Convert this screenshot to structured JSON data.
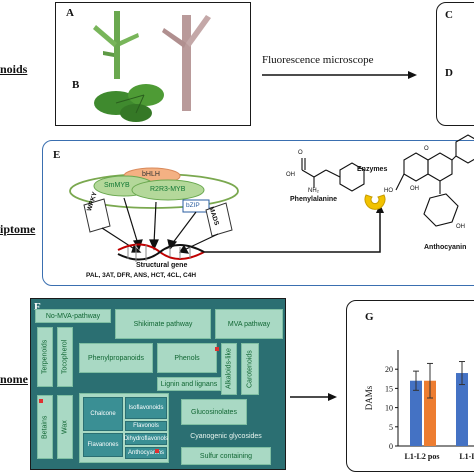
{
  "side_labels": {
    "top": "noids",
    "middle": "iptome",
    "bottom": "nome"
  },
  "panels": {
    "A": "A",
    "B": "B",
    "C": "C",
    "D": "D",
    "E": "E",
    "F": "F",
    "G": "G"
  },
  "arrow_label": "Fluorescence microscope",
  "panel_e": {
    "tf": {
      "bhlh": "bHLH",
      "smmyb": "SmMYB",
      "r2r3": "R2R3-MYB",
      "wrky": "WRKY",
      "bzip": "bZIP",
      "mads": "MADS"
    },
    "structural_gene_title": "Structural gene",
    "structural_gene_list": "PAL, 3AT, DFR, ANS, HCT, 4CL, C4H",
    "enzymes": "Enzymes",
    "phenylalanine": "Phenylalanine",
    "anthocyanin": "Anthocyanin",
    "atoms": {
      "o1": "O",
      "o2": "O",
      "oh1": "OH",
      "nh2": "NH₂",
      "ho": "HO",
      "oh2": "OH",
      "oh3": "OH"
    }
  },
  "panel_f": {
    "no_mva": "No-MVA-pathway",
    "shikimate": "Shikimate pathway",
    "mva": "MVA pathway",
    "terpenoids": "Terpenoids",
    "tocopherol": "Tocopherol",
    "phenylpropanoids": "Phenylpropanoids",
    "phenols": "Phenols",
    "alkaloids": "Alkaloids-like",
    "carotenoids": "Carotenoids",
    "lignin": "Lignin and lignans",
    "betains": "Betains",
    "wax": "Wax",
    "chalcone": "Chalcone",
    "isoflavonoids": "Isoflavonoids",
    "flavonols": "Flavonols",
    "flavanones": "Flavanones",
    "dihydroflavonols": "Dihydroflavonols",
    "anthocyanins": "Anthocyanins",
    "glucosinolates": "Glucosinolates",
    "cyanogenic": "Cyanogenic glycosides",
    "sulfur": "Sulfur containing"
  },
  "panel_g": {
    "ylabel": "DAMs",
    "xlabels": [
      "L1-L2 pos",
      "L1-L"
    ]
  },
  "chart_data": {
    "type": "bar",
    "title": "",
    "xlabel": "",
    "ylabel": "DAMs",
    "ylim": [
      0,
      25
    ],
    "yticks": [
      0,
      5,
      10,
      15,
      20
    ],
    "categories": [
      "L1-L2 pos",
      "L1-L"
    ],
    "series": [
      {
        "color": "#4472c4",
        "values": [
          17,
          19
        ],
        "errors": [
          2.5,
          3
        ]
      },
      {
        "color": "#ed7d31",
        "values": [
          17,
          null
        ],
        "errors": [
          4.5,
          null
        ]
      }
    ]
  },
  "colors": {
    "box_fill": "#a9d9c4",
    "dark_box_fill": "#3a8f94",
    "panel_f_bg": "#2b6f72",
    "bar_blue": "#4472c4",
    "bar_orange": "#ed7d31",
    "panel_e_border": "#3a6fb0"
  }
}
